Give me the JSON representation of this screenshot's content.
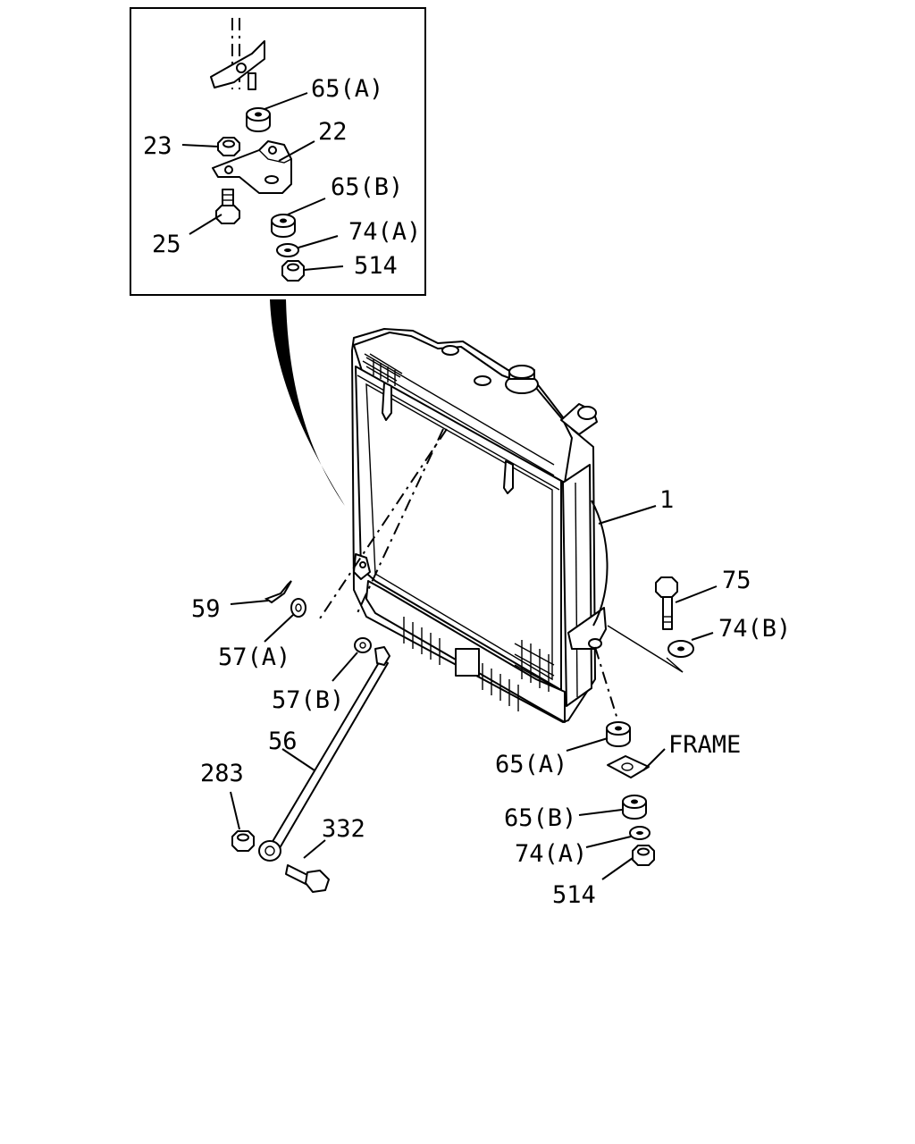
{
  "callouts": {
    "inset_65a": "65(A)",
    "inset_22": "22",
    "inset_23": "23",
    "inset_65b": "65(B)",
    "inset_25": "25",
    "inset_74a": "74(A)",
    "inset_514": "514",
    "radiator_1": "1",
    "bolt_75": "75",
    "washer_74b": "74(B)",
    "hose_59": "59",
    "gasket_57a": "57(A)",
    "gasket_57b": "57(B)",
    "rod_56": "56",
    "nut_283": "283",
    "bolt_332": "332",
    "lower_65a": "65(A)",
    "frame": "FRAME",
    "lower_65b": "65(B)",
    "lower_74a": "74(A)",
    "lower_514": "514"
  }
}
